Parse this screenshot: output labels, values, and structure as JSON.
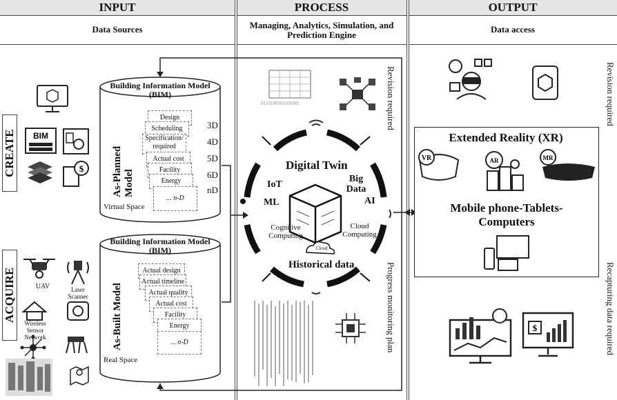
{
  "columns": {
    "input": {
      "title": "INPUT",
      "subtitle": "Data Sources"
    },
    "process": {
      "title": "PROCESS",
      "subtitle": "Managing, Analytics, Simulation, and Prediction Engine"
    },
    "output": {
      "title": "OUTPUT",
      "subtitle": "Data access"
    }
  },
  "input": {
    "create_label": "CREATE",
    "acquire_label": "ACQUIRE",
    "planned": {
      "title": "Building Information Model (BIM)",
      "model_label": "As-Planned Model",
      "cards": [
        "Design",
        "Scheduling",
        "Specification/ required quality",
        "Actual cost",
        "Facility",
        "Energy",
        "... n-D"
      ],
      "dims": [
        "3D",
        "4D",
        "5D",
        "6D",
        "nD"
      ],
      "space": "Virtual Space"
    },
    "built": {
      "title": "Building Information Model (BIM)",
      "model_label": "As-Built Model",
      "cards": [
        "Actual design",
        "Actual timeline",
        "Actual quality",
        "Actual cost",
        "Facility",
        "Energy",
        "... n-D"
      ],
      "space": "Real Space"
    },
    "devices": {
      "uav": "UAV",
      "laser": "Laser Scanner",
      "wsn": "Wireless Sensor Network"
    }
  },
  "process": {
    "revision": "Revision required",
    "progress": "Progress monitoring plan",
    "twin": "Digital Twin",
    "iot": "IoT",
    "big_data": "Big Data",
    "ai": "AI",
    "ml": "ML",
    "cognitive": "Cognitive Computing",
    "cloud_computing": "Cloud Computing",
    "cloud": "Cloud",
    "historical": "Historical data",
    "binary": "0110100101101001"
  },
  "output": {
    "xr_title": "Extended Reality (XR)",
    "vr": "VR",
    "ar": "AR",
    "mr": "MR",
    "mobile": "Mobile phone-Tablets-Computers",
    "revision": "Revision required",
    "recapture": "Recapturing data required"
  },
  "icons": [
    "monitor-cube-icon",
    "bim-icon",
    "settings-window-icon",
    "layers-icon",
    "building-dollar-icon",
    "drone-icon",
    "laser-scanner-icon",
    "smart-home-icon",
    "camera-icon",
    "robot-dog-icon",
    "network-icon",
    "map-icon",
    "building-icon",
    "server-network-icon",
    "chip-icon",
    "vr-user-icon",
    "ar-cube-icon",
    "vr-headset-icon",
    "ar-city-icon",
    "mr-headset-icon",
    "devices-icon",
    "dashboard-icon",
    "finance-monitor-icon"
  ]
}
